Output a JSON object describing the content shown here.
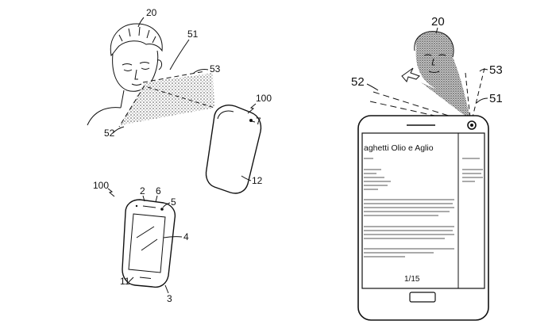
{
  "labels": {
    "user_a": "20",
    "view_a": "51",
    "view_b": "53",
    "view_c": "52",
    "device_a": "100",
    "camera_a": "7",
    "back_a": "12",
    "device_b": "100",
    "part_2": "2",
    "part_6": "6",
    "part_5": "5",
    "display_4": "4",
    "part_11": "11",
    "part_3": "3",
    "user_b": "20",
    "view_c_right": "52",
    "view_b_right": "53",
    "view_a_right": "51"
  },
  "document": {
    "title": "aghetti Olio e Aglio",
    "page_indicator": "1/15"
  }
}
